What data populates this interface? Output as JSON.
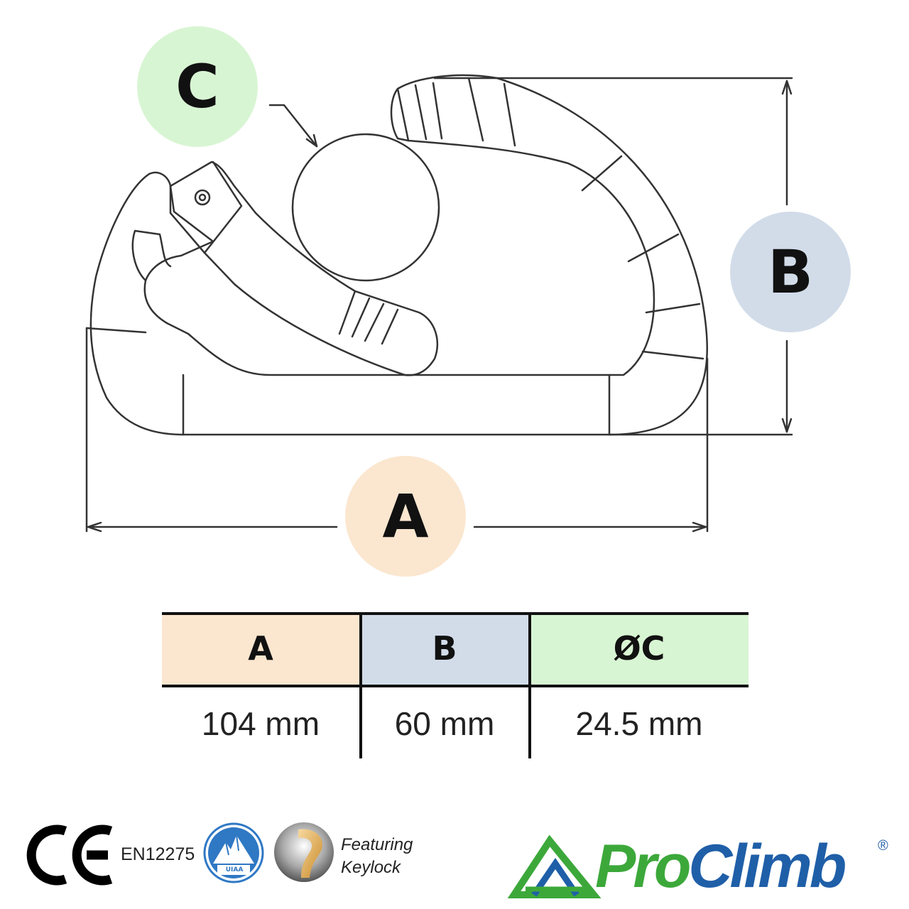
{
  "callouts": {
    "a": "A",
    "b": "B",
    "c": "C"
  },
  "colors": {
    "a_fill": "#fbe6cf",
    "b_fill": "#d2dce9",
    "c_fill": "#d8f5d3",
    "line": "#333333",
    "brand_green": "#3ca83a",
    "brand_blue": "#1f5fa8",
    "uiaa_blue": "#2f78c4"
  },
  "table": {
    "headers": {
      "a": "A",
      "b": "B",
      "c": "ØC"
    },
    "values": {
      "a": "104 mm",
      "b": "60 mm",
      "c": "24.5 mm"
    }
  },
  "footer": {
    "ce_mark": "CE",
    "standard": "EN12275",
    "uiaa_label": "UIAA",
    "keylock_line1": "Featuring",
    "keylock_line2": "Keylock",
    "brand_part1": "Pro",
    "brand_part2": "Climb",
    "registered": "®"
  }
}
